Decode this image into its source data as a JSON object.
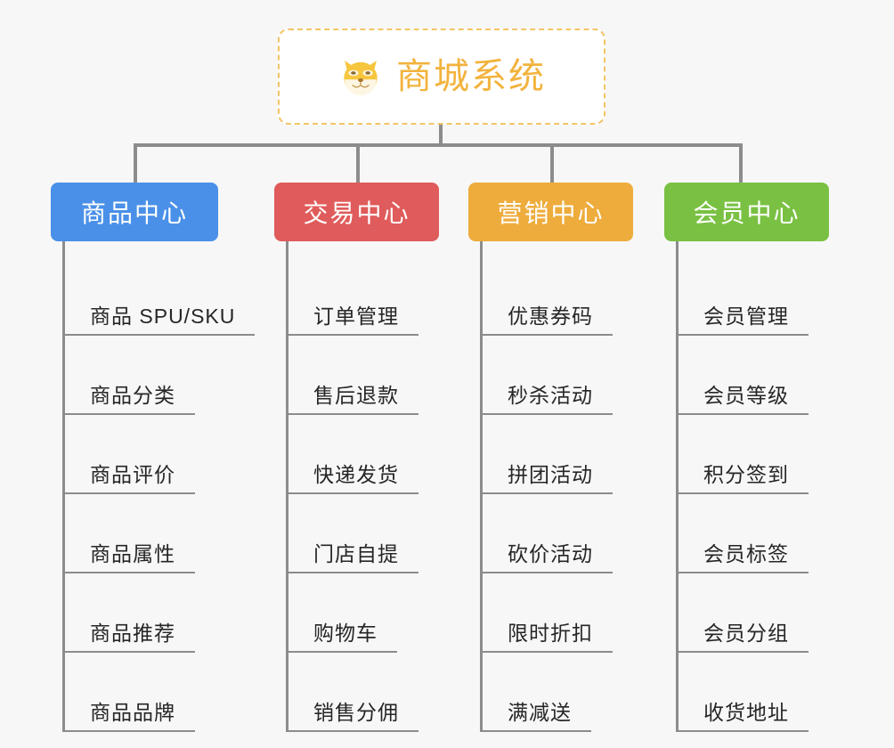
{
  "root": {
    "title": "商城系统",
    "icon": "shiba-dog-face-icon",
    "border_color": "#f3c465",
    "text_color": "#f2b33d",
    "background": "#ffffff"
  },
  "canvas": {
    "background": "#f7f7f7",
    "connector_color": "#8c8c8c"
  },
  "branches": [
    {
      "label": "商品中心",
      "color": "#4a90e8",
      "items": [
        "商品 SPU/SKU",
        "商品分类",
        "商品评价",
        "商品属性",
        "商品推荐",
        "商品品牌"
      ]
    },
    {
      "label": "交易中心",
      "color": "#e05b5b",
      "items": [
        "订单管理",
        "售后退款",
        "快递发货",
        "门店自提",
        "购物车",
        "销售分佣"
      ]
    },
    {
      "label": "营销中心",
      "color": "#eeac3c",
      "items": [
        "优惠券码",
        "秒杀活动",
        "拼团活动",
        "砍价活动",
        "限时折扣",
        "满减送"
      ]
    },
    {
      "label": "会员中心",
      "color": "#7ac143",
      "items": [
        "会员管理",
        "会员等级",
        "积分签到",
        "会员标签",
        "会员分组",
        "收货地址"
      ]
    }
  ]
}
